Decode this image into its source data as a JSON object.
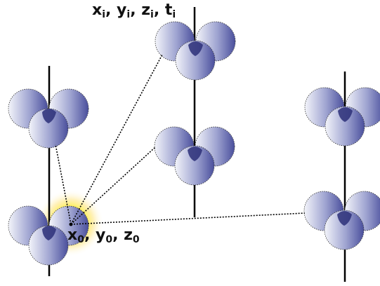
{
  "labels": {
    "event": {
      "x": "x",
      "x_sub": "i",
      "y": "y",
      "y_sub": "i",
      "z": "z",
      "z_sub": "i",
      "t": "t",
      "t_sub": "i"
    },
    "origin": {
      "x": "x",
      "x_sub": "0",
      "y": "y",
      "y_sub": "0",
      "z": "z",
      "z_sub": "0"
    }
  },
  "colors": {
    "lobe_dark": "#4a4f9c",
    "lobe_light": "#eef0f8",
    "overlap": "#2b2f78",
    "glow": "#fff200",
    "line": "#000000"
  }
}
